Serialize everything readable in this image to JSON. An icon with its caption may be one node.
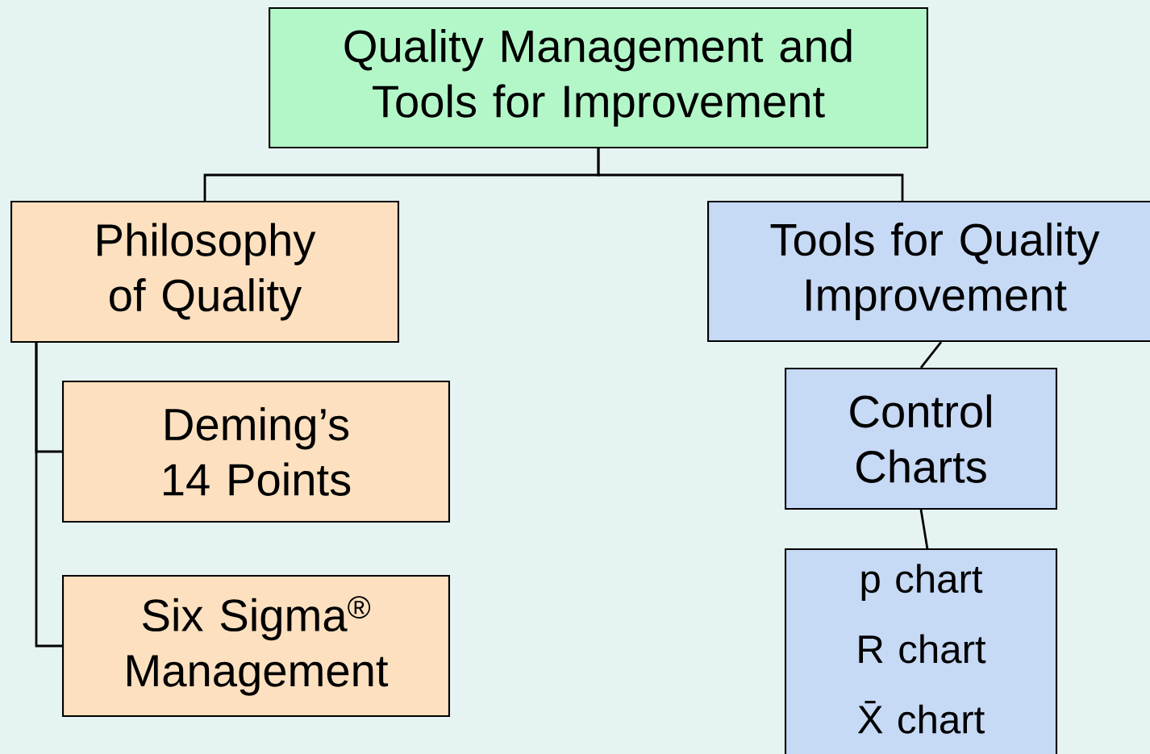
{
  "diagram": {
    "nodes": [
      {
        "text": [
          "Quality Management and Tools for Improvement"
        ]
      },
      {
        "text": [
          "Philosophy of Quality"
        ]
      },
      {
        "text": [
          "Tools for Quality Improvement"
        ]
      },
      {
        "text": [
          "Deming’s 14 Points"
        ]
      },
      {
        "text": [
          "Six Sigma$^{®}$ Management"
        ]
      },
      {
        "text": [
          "Control Charts"
        ]
      },
      {
        "text": [
          "p chart",
          "R chart",
          "X̄ chart"
        ]
      }
    ],
    "edges": [
      {
        "from": 0,
        "to": 1,
        "arrow": "none"
      },
      {
        "from": 0,
        "to": 2,
        "arrow": "none"
      },
      {
        "from": 1,
        "to": 3,
        "arrow": "none"
      },
      {
        "from": 1,
        "to": 4,
        "arrow": "none"
      },
      {
        "from": 2,
        "to": 5,
        "arrow": "none"
      },
      {
        "from": 5,
        "to": 6,
        "arrow": "none"
      }
    ]
  }
}
